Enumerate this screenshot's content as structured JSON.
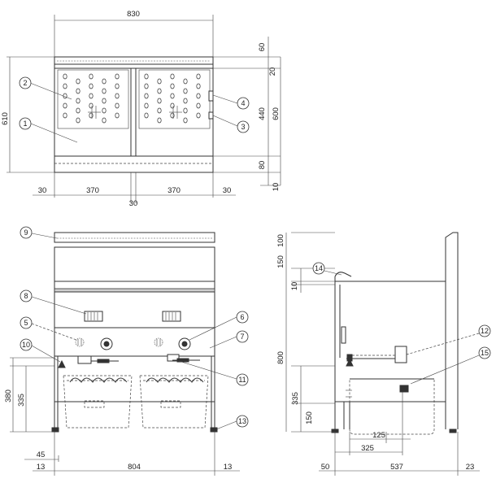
{
  "front_top_view": {
    "dimensions": {
      "overall_width": "830",
      "top_rail": "60",
      "rail_gap": "20",
      "inner_height": "440",
      "outer_height": "600",
      "base_height": "80",
      "foot_height": "10",
      "total_height": "610",
      "left_offset": "30",
      "left_bay": "370",
      "right_bay": "370",
      "right_offset": "30",
      "center_gap": "30"
    },
    "callouts": [
      "1",
      "2",
      "3",
      "4"
    ]
  },
  "front_view": {
    "dimensions": {
      "overall_width": "804",
      "left_margin": "13",
      "right_margin": "13",
      "left_inset": "45",
      "height_380": "380",
      "height_335": "335"
    },
    "callouts": [
      "5",
      "6",
      "7",
      "8",
      "9",
      "10",
      "11",
      "13"
    ]
  },
  "side_view": {
    "dimensions": {
      "top_100": "100",
      "top_150": "150",
      "small_10": "10",
      "height_800": "800",
      "height_335": "335",
      "height_150": "150",
      "offset_125": "125",
      "offset_325": "325",
      "left_50": "50",
      "depth_537": "537",
      "right_23": "23"
    },
    "callouts": [
      "12",
      "14",
      "15"
    ]
  }
}
